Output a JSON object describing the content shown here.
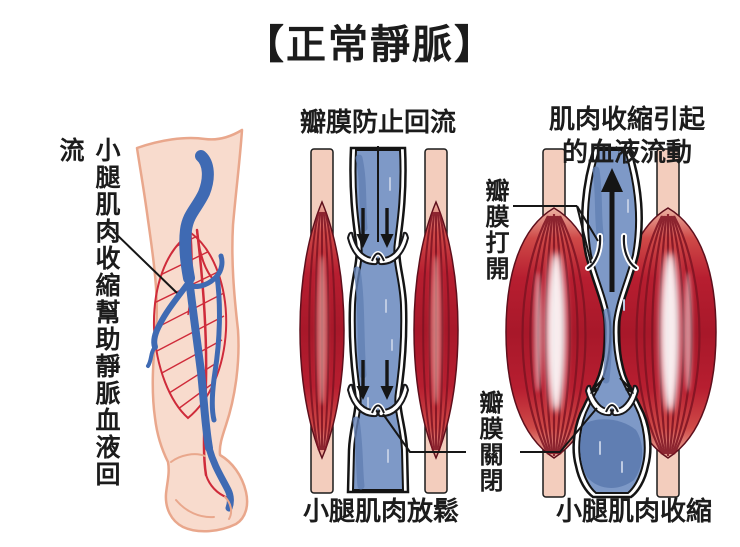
{
  "title": "【正常靜脈】",
  "left_panel": {
    "caption": "小腿肌肉收縮幫助靜脈血液回流"
  },
  "middle_panel": {
    "top_label": "瓣膜防止回流",
    "bottom_label": "小腿肌肉放鬆"
  },
  "right_panel": {
    "top_label_line1": "肌肉收縮引起",
    "top_label_line2": "的血液流動",
    "valve_open_label": "瓣膜打開",
    "valve_closed_label": "瓣膜關閉",
    "bottom_label": "小腿肌肉收縮"
  },
  "colors": {
    "background": "#ffffff",
    "text": "#1c1c1c",
    "muscle_red": "#b71e30",
    "muscle_stripe_dark": "#7e1322",
    "tendon_pink": "#f3cdbd",
    "vein_blue": "#7e99c7",
    "vein_dark_blue": "#5a79ae",
    "vein_light_mark": "#becbe3",
    "leg_skin": "#f8dbcd",
    "leg_outline": "#e9a78c",
    "leg_vein_blue": "#3f6ab3",
    "leg_artery_red": "#cf2b3a",
    "line_black": "#161616"
  }
}
